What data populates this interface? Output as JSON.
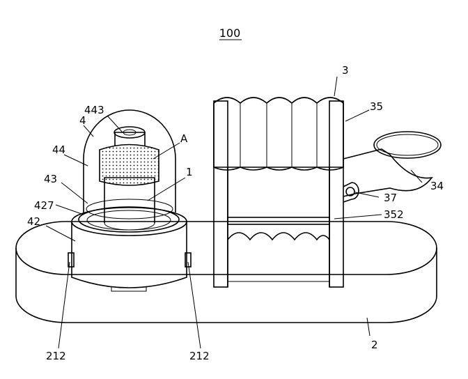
{
  "figure": {
    "title": "100",
    "labels": {
      "base": "2",
      "stand": "3",
      "holder": "4",
      "plunger": "1",
      "detail": "A",
      "cup": "34",
      "frame": "35",
      "pivot": "37",
      "crossbar": "352",
      "dome": "44",
      "cap": "443",
      "ring": "43",
      "collar": "427",
      "sleeve": "42",
      "clip_left": "212",
      "clip_right": "212"
    }
  }
}
